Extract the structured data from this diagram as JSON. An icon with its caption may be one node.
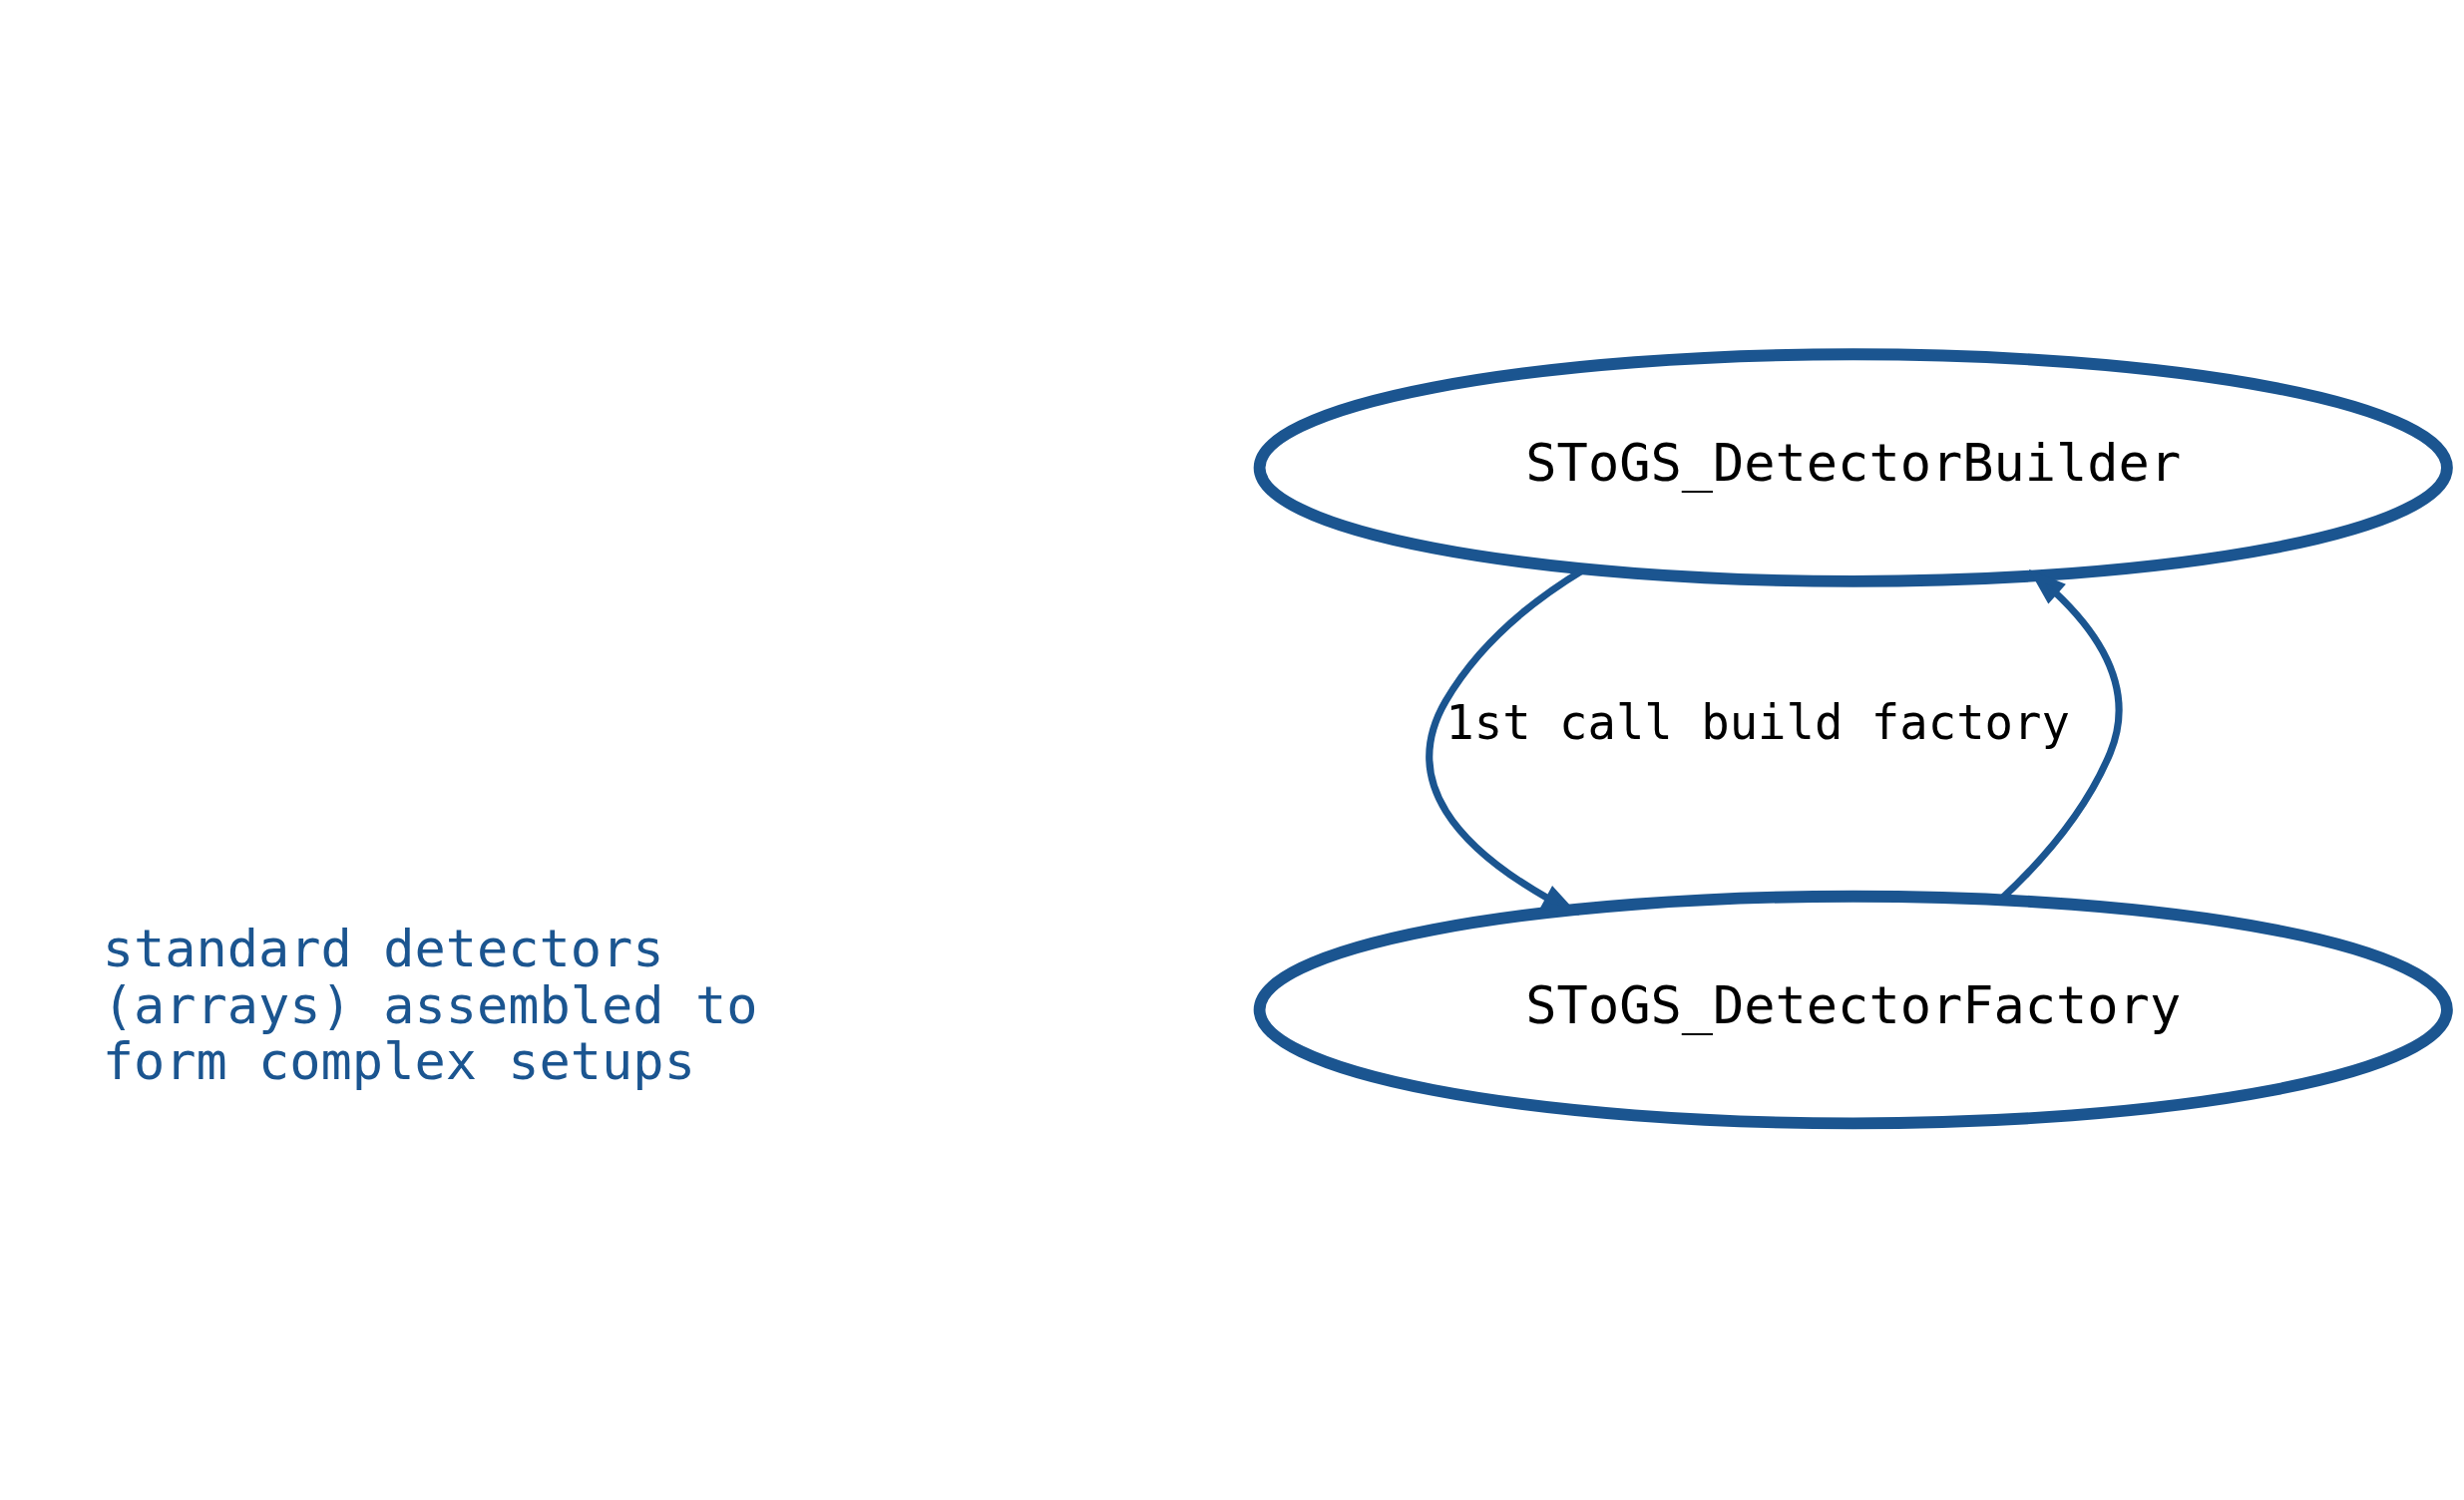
{
  "diagram": {
    "nodes": [
      {
        "text": [
          "SToGS_DetectorBuilder"
        ]
      },
      {
        "text": [
          "SToGS_DetectorFactory"
        ]
      }
    ],
    "edges": [
      {
        "from": 0,
        "to": 1,
        "arrow": "to",
        "label": "1st call build factory"
      },
      {
        "from": 1,
        "to": 0,
        "arrow": "to"
      }
    ],
    "labels": [
      "standard detectors (arrays) assembled to form complex setups"
    ]
  }
}
